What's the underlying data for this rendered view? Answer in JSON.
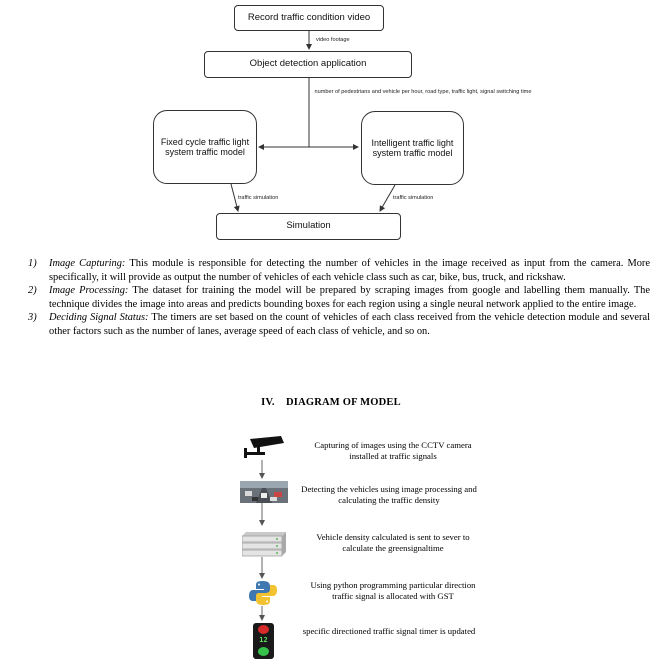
{
  "top_flowchart": {
    "nodes": {
      "record": "Record traffic condition video",
      "detect": "Object detection application",
      "fixed": "Fixed cycle traffic light system traffic model",
      "intelligent": "Intelligent traffic light system traffic model",
      "simulation": "Simulation"
    },
    "edge_labels": {
      "footage": "video footage",
      "params": "number of pedestrians and vehicle per hour, road type, traffic light, signal switching time",
      "sim_left": "traffic simulation",
      "sim_right": "traffic simulation"
    }
  },
  "list_items": [
    {
      "num": "1)",
      "title": "Image Capturing:",
      "text": " This module is responsible for detecting the number of vehicles in the image received as input from the camera. More specifically, it will provide as output the number of vehicles of each vehicle class such as car, bike, bus, truck, and rickshaw."
    },
    {
      "num": "2)",
      "title": "Image Processing:",
      "text": " The dataset for training the model will be prepared by scraping images from google and labelling them manually. The technique divides the image into areas and predicts bounding boxes for each region using a single neural network applied to the entire image."
    },
    {
      "num": "3)",
      "title": "Deciding Signal Status:",
      "text": " The timers are set based on the count of vehicles of each class received from the vehicle detection module and several other factors such as the number of lanes, average speed of each class of vehicle, and so on."
    }
  ],
  "section_heading": "IV.    DIAGRAM OF MODEL",
  "model_steps": [
    {
      "icon": "cctv-camera-icon",
      "text": "Capturing of images using the CCTV camera installed at traffic signals"
    },
    {
      "icon": "traffic-photo-icon",
      "text": "Detecting the vehicles using image processing and calculating the traffic density"
    },
    {
      "icon": "server-icon",
      "text": "Vehicle density calculated is sent to sever to calculate the greensignaltime"
    },
    {
      "icon": "python-logo-icon",
      "text": "Using python programming particular direction traffic signal is allocated with GST"
    },
    {
      "icon": "traffic-light-icon",
      "text": "specific directioned traffic signal timer is updated"
    }
  ],
  "timer_display": "12"
}
